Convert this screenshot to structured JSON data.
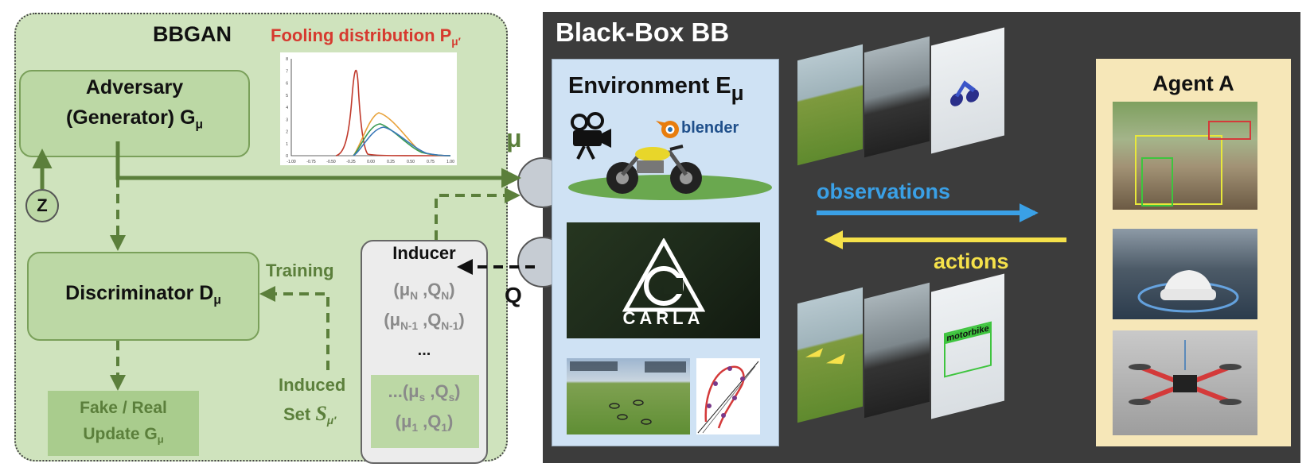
{
  "bbgan": {
    "title": "BBGAN",
    "fooling_label": "Fooling distribution P",
    "fooling_sub": "μ′",
    "adversary_line1": "Adversary",
    "adversary_line2": "(Generator) G",
    "adversary_sub": "μ",
    "z_label": "Z",
    "disc_label": "Discriminator D",
    "disc_sub": "μ",
    "training_label": "Training",
    "fake_real": "Fake / Real",
    "update": "Update G",
    "update_sub": "μ",
    "induced_line1": "Induced",
    "induced_line2": "Set",
    "induced_set_symbol": "S",
    "induced_set_sub": "μ′"
  },
  "inducer": {
    "title": "Inducer",
    "row1_mu": "μ",
    "row1_mu_sub": "N",
    "row1_q": "Q",
    "row1_q_sub": "N",
    "row2_mu": "μ",
    "row2_mu_sub": "N-1",
    "row2_q": "Q",
    "row2_q_sub": "N-1",
    "ellipsis": "...",
    "row3_prefix": "...",
    "row3_mu": "μ",
    "row3_mu_sub": "s",
    "row3_q": "Q",
    "row3_q_sub": "s",
    "row4_mu": "μ",
    "row4_mu_sub": "1",
    "row4_q": "Q",
    "row4_q_sub": "1"
  },
  "connectors": {
    "mu_label": "μ",
    "q_label": "Q"
  },
  "blackbox": {
    "title": "Black-Box BB",
    "env_label": "Environment E",
    "env_sub": "μ",
    "blender_text": "blender",
    "carla_text": "CARLA",
    "observations": "observations",
    "actions": "actions",
    "motorbike_tag": "motorbike"
  },
  "agent": {
    "title": "Agent A"
  },
  "chart": {
    "x_ticks": [
      "-1.00",
      "-0.75",
      "-0.50",
      "-0.25",
      "0.00",
      "0.25",
      "0.50",
      "0.75",
      "1.00"
    ],
    "y_ticks": [
      "0",
      "1",
      "2",
      "3",
      "4",
      "5",
      "6",
      "7",
      "8"
    ],
    "series_colors": [
      "#c0392b",
      "#e8a23a",
      "#3a9a52",
      "#3a78b8"
    ]
  },
  "colors": {
    "green_dark": "#5b7f3b",
    "red_title": "#d63a2f",
    "blue_obs": "#3aa0e6",
    "yellow_act": "#f5e14a"
  }
}
